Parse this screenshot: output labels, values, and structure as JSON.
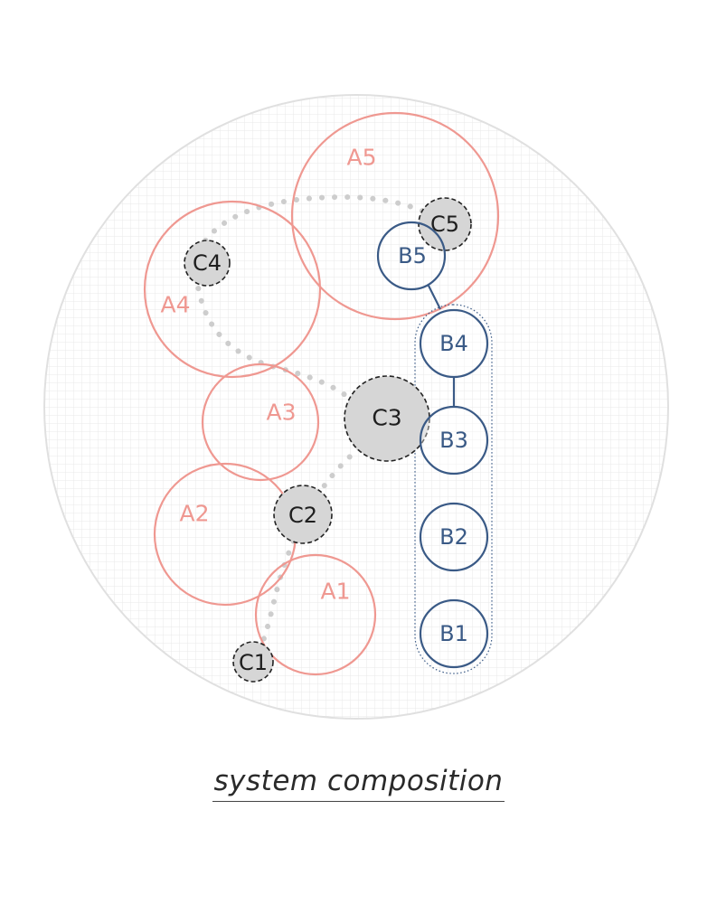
{
  "colors": {
    "a_stroke": "#ef9891",
    "b_stroke": "#3a5a86",
    "c_fill": "#d6d6d6",
    "c_stroke": "#222222",
    "dots": "#cfcfcf",
    "grid": "#e7e7e7",
    "boundary": "#e2e2e2"
  },
  "labels": {
    "A1": "A1",
    "A2": "A2",
    "A3": "A3",
    "A4": "A4",
    "A5": "A5",
    "B1": "B1",
    "B2": "B2",
    "B3": "B3",
    "B4": "B4",
    "B5": "B5",
    "C1": "C1",
    "C2": "C2",
    "C3": "C3",
    "C4": "C4",
    "C5": "C5"
  },
  "caption": "system composition"
}
